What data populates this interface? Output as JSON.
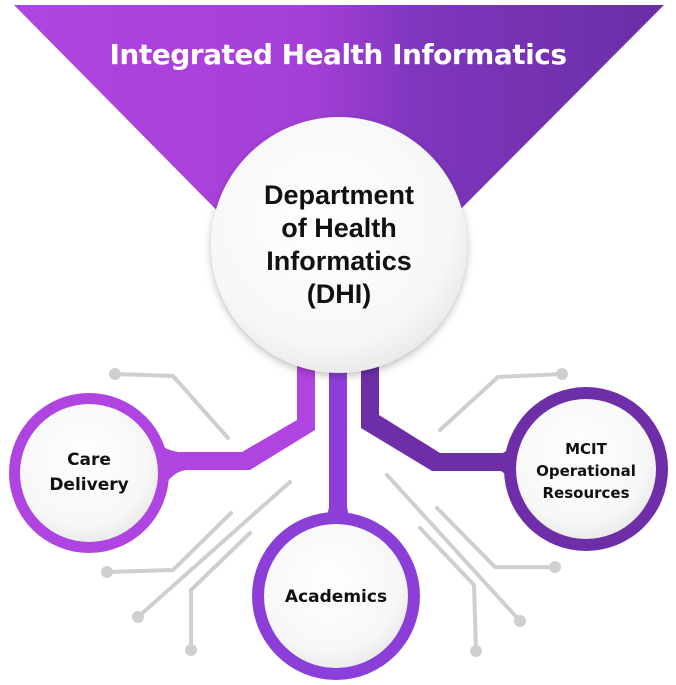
{
  "title": "Integrated Health Informatics",
  "center": {
    "lines": [
      "Department",
      "of Health",
      "Informatics",
      "(DHI)"
    ]
  },
  "nodes": [
    {
      "id": "care-delivery",
      "lines": [
        "Care",
        "Delivery"
      ]
    },
    {
      "id": "academics",
      "lines": [
        "Academics"
      ]
    },
    {
      "id": "mcit",
      "lines": [
        "MCIT",
        "Operational",
        "Resources"
      ]
    }
  ],
  "colors": {
    "purple_light": "#b044e0",
    "purple_mid": "#8a3fd6",
    "purple_dark": "#6e2ea8",
    "connector_gray": "#cfcfcf",
    "text": "#111111"
  }
}
